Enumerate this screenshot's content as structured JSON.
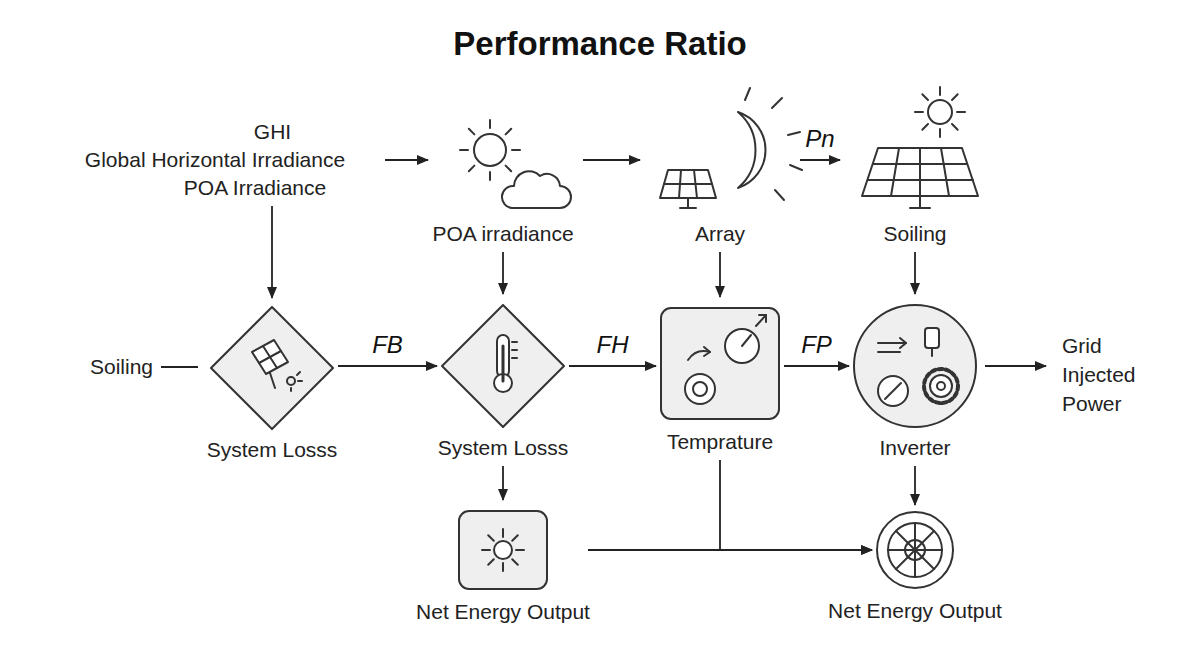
{
  "diagram": {
    "title": "Performance Ratio",
    "nodes": [
      {
        "text": [
          "GHI",
          "Global Horizontal Irradiance",
          "POA Irradiance"
        ]
      },
      {
        "text": [
          "POA irradiance"
        ]
      },
      {
        "text": [
          "Array"
        ]
      },
      {
        "text": [
          "Soiling"
        ]
      },
      {
        "text": [
          "Soiling"
        ]
      },
      {
        "text": [
          "System Losss"
        ]
      },
      {
        "text": [
          "System Losss"
        ]
      },
      {
        "text": [
          "Temprature"
        ]
      },
      {
        "text": [
          "Inverter"
        ]
      },
      {
        "text": [
          "Grid Injected Power"
        ]
      },
      {
        "text": [
          "Net Energy Output"
        ]
      },
      {
        "text": [
          "Net Energy Output"
        ]
      }
    ],
    "edges": [
      {
        "from": 0,
        "to": 1,
        "arrow": "to"
      },
      {
        "from": 1,
        "to": 2,
        "arrow": "to"
      },
      {
        "from": 2,
        "to": 3,
        "label": "Pn",
        "arrow": "to"
      },
      {
        "from": 0,
        "to": 5,
        "arrow": "to"
      },
      {
        "from": 1,
        "to": 6,
        "arrow": "to"
      },
      {
        "from": 2,
        "to": 7,
        "arrow": "to"
      },
      {
        "from": 3,
        "to": 8,
        "arrow": "to"
      },
      {
        "from": 4,
        "to": 5,
        "arrow": "none"
      },
      {
        "from": 5,
        "to": 6,
        "label": "FB",
        "arrow": "to"
      },
      {
        "from": 6,
        "to": 7,
        "label": "FH",
        "arrow": "to"
      },
      {
        "from": 7,
        "to": 8,
        "label": "FP",
        "arrow": "to"
      },
      {
        "from": 8,
        "to": 9,
        "arrow": "to"
      },
      {
        "from": 6,
        "to": 10,
        "arrow": "to"
      },
      {
        "from": 10,
        "to": 11,
        "arrow": "to"
      },
      {
        "from": 7,
        "to": 11,
        "arrow": "to"
      },
      {
        "from": 8,
        "to": 11,
        "arrow": "to"
      }
    ]
  }
}
